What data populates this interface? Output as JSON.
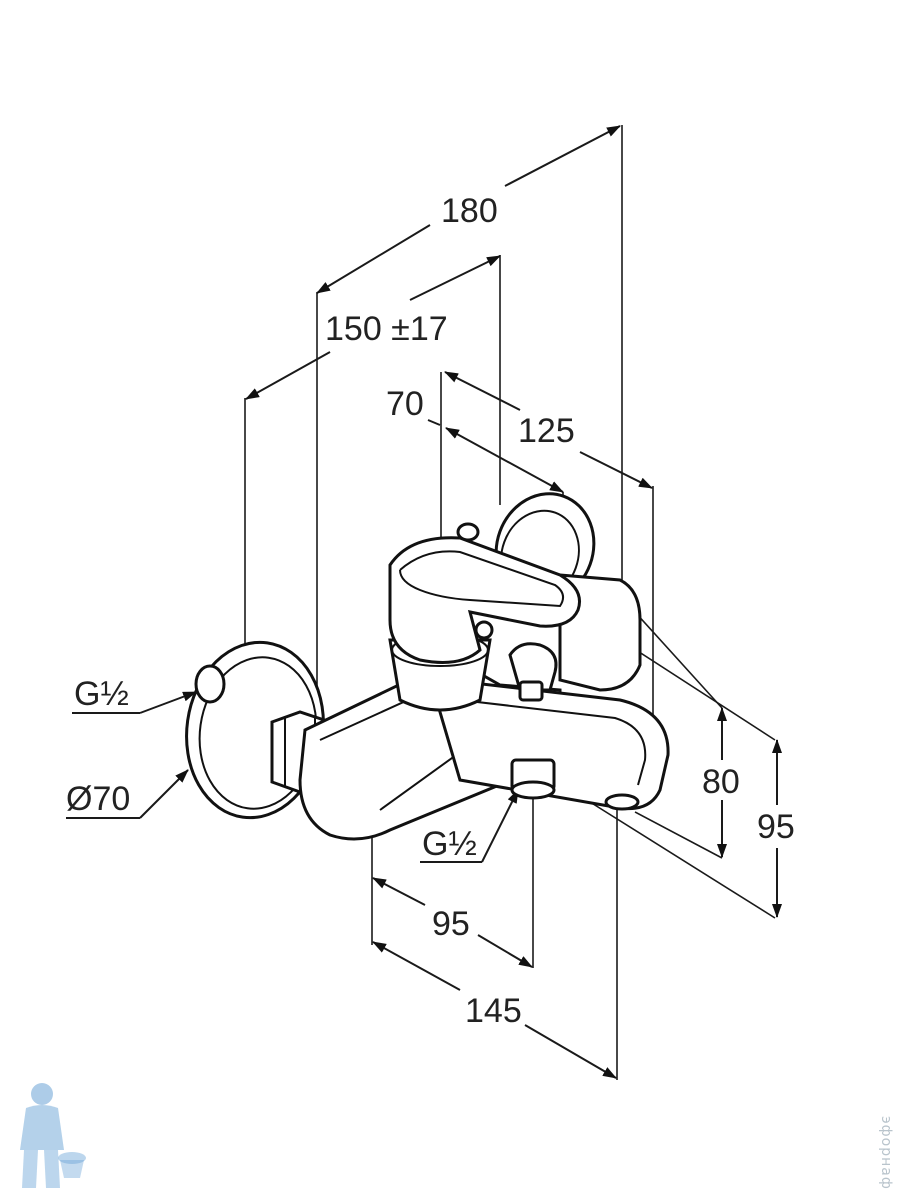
{
  "dimensions": {
    "d180": "180",
    "d150": "150 ±17",
    "d70": "70",
    "d125": "125",
    "d80": "80",
    "d95_right": "95",
    "d95_bottom": "95",
    "d145": "145"
  },
  "callouts": {
    "inlet_left": "G½",
    "rosette_diameter": "Ø70",
    "outlet_bottom": "G½"
  },
  "watermark": "эфорнаф",
  "colors": {
    "ink": "#1a1a1a",
    "logo_blue": "#6aa3d6"
  }
}
